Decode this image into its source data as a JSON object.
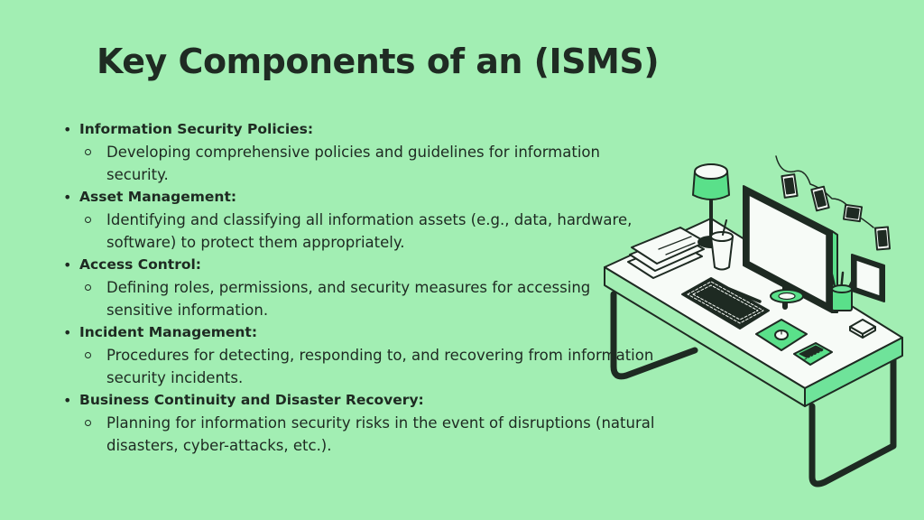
{
  "title": "Key Components of an (ISMS)",
  "items": [
    {
      "title": "Information Security Policies:",
      "detail": "Developing comprehensive policies and guidelines for information security."
    },
    {
      "title": "Asset Management:",
      "detail": "Identifying and classifying all information assets (e.g., data, hardware, software) to protect them appropriately."
    },
    {
      "title": "Access Control:",
      "detail": "Defining roles, permissions, and security measures for accessing sensitive information."
    },
    {
      "title": "Incident Management:",
      "detail": "Procedures for detecting, responding to, and recovering from information security incidents."
    },
    {
      "title": "Business Continuity and Disaster Recovery:",
      "detail": "Planning for information security risks in the event of disruptions (natural disasters, cyber-attacks, etc.)."
    }
  ],
  "colors": {
    "background": "#a2eeb3",
    "text": "#1e2a22",
    "accent": "#5ae08a"
  },
  "illustration": {
    "name": "desk-workstation-illustration",
    "elements": [
      "desk-lamp-icon",
      "monitor-icon",
      "keyboard-icon",
      "mouse-icon",
      "mousepad-icon",
      "calculator-icon",
      "pencil-cup-icon",
      "paper-stack-icon",
      "drink-cup-icon",
      "photo-garland-icon",
      "picture-frame-icon",
      "sticky-notes-icon"
    ]
  }
}
